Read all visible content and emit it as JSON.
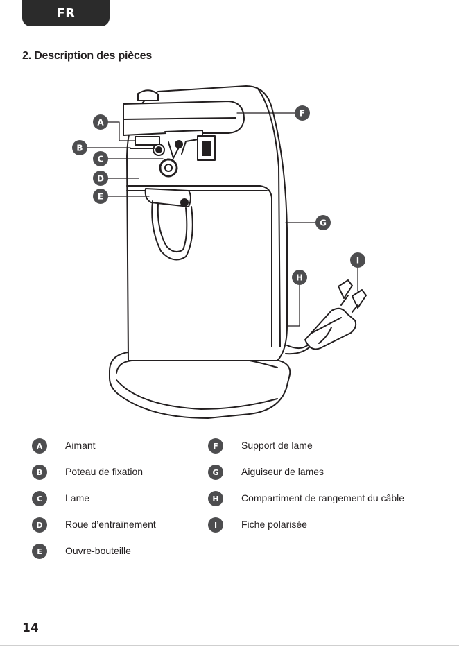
{
  "header": {
    "language": "FR"
  },
  "section": {
    "title": "2. Description des pièces"
  },
  "callouts": [
    "A",
    "B",
    "C",
    "D",
    "E",
    "F",
    "G",
    "H",
    "I"
  ],
  "legend": {
    "left": [
      {
        "letter": "A",
        "label": "Aimant"
      },
      {
        "letter": "B",
        "label": "Poteau de fixation"
      },
      {
        "letter": "C",
        "label": "Lame"
      },
      {
        "letter": "D",
        "label": "Roue d’entraînement"
      },
      {
        "letter": "E",
        "label": "Ouvre-bouteille"
      }
    ],
    "right": [
      {
        "letter": "F",
        "label": "Support de lame"
      },
      {
        "letter": "G",
        "label": "Aiguiseur de lames"
      },
      {
        "letter": "H",
        "label": "Compartiment de rangement du câble"
      },
      {
        "letter": "I",
        "label": "Fiche polarisée"
      }
    ]
  },
  "footer": {
    "page_number": "14"
  },
  "colors": {
    "tab": "#2b2b2b",
    "badge": "#4d4d4f",
    "line": "#231f20"
  }
}
